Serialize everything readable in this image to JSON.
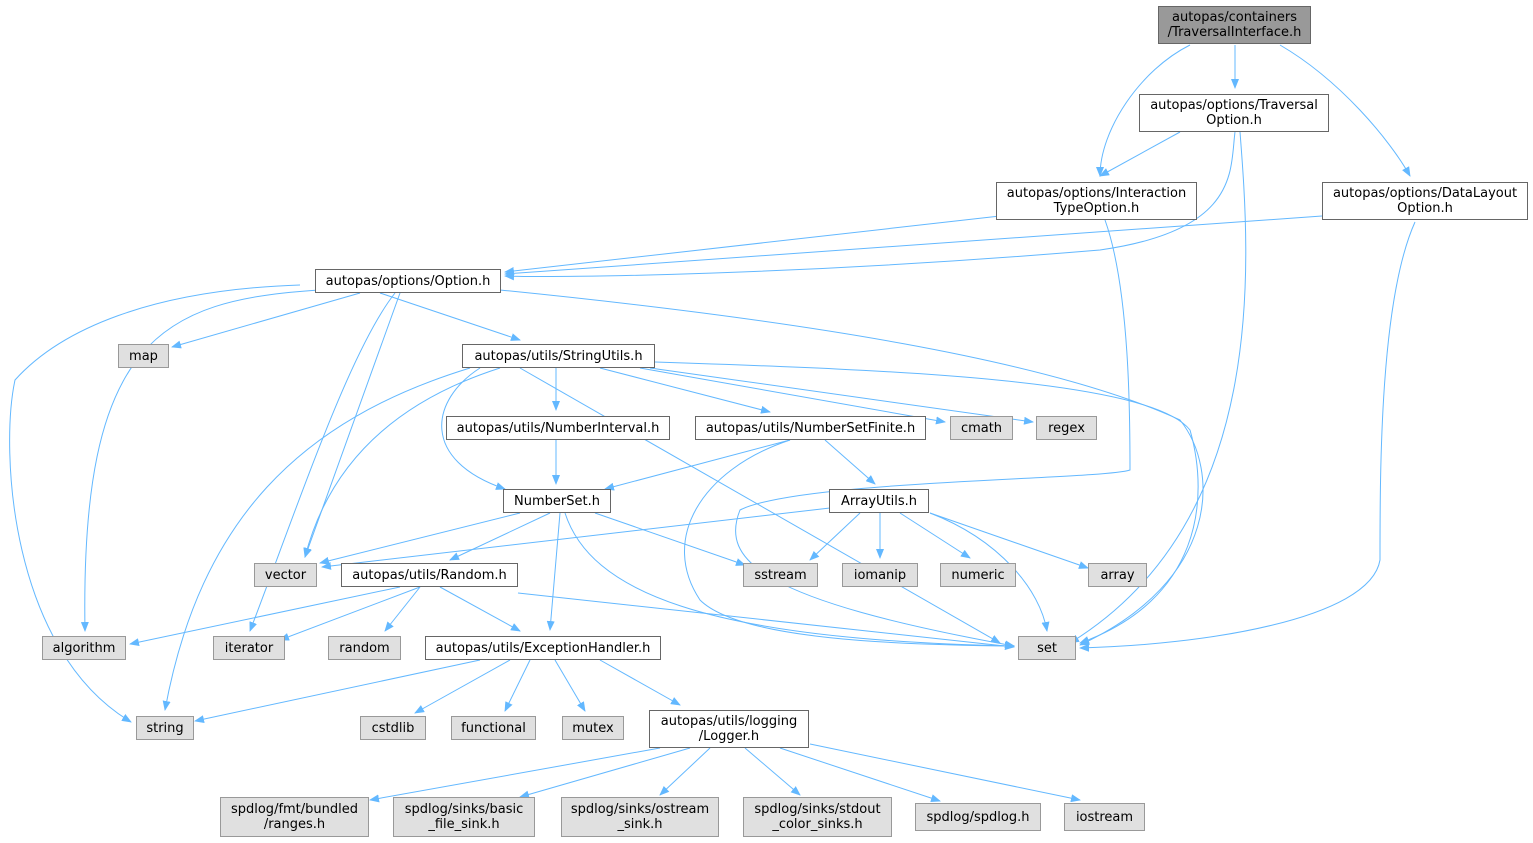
{
  "colors": {
    "edge": "#63b8ff",
    "root_fill": "#999999",
    "system_fill": "#e0e0e0",
    "local_fill": "#ffffff",
    "border": "#666666"
  },
  "nodes": {
    "traversal_interface": "autopas/containers\n/TraversalInterface.h",
    "traversal_option": "autopas/options/Traversal\nOption.h",
    "interaction_type_option": "autopas/options/Interaction\nTypeOption.h",
    "data_layout_option": "autopas/options/DataLayout\nOption.h",
    "option": "autopas/options/Option.h",
    "map": "map",
    "string_utils": "autopas/utils/StringUtils.h",
    "number_interval": "autopas/utils/NumberInterval.h",
    "number_set_finite": "autopas/utils/NumberSetFinite.h",
    "cmath": "cmath",
    "regex": "regex",
    "number_set": "NumberSet.h",
    "array_utils": "ArrayUtils.h",
    "vector": "vector",
    "random_h": "autopas/utils/Random.h",
    "sstream": "sstream",
    "iomanip": "iomanip",
    "numeric": "numeric",
    "array": "array",
    "algorithm": "algorithm",
    "iterator": "iterator",
    "random": "random",
    "exception_handler": "autopas/utils/ExceptionHandler.h",
    "set": "set",
    "string": "string",
    "cstdlib": "cstdlib",
    "functional": "functional",
    "mutex": "mutex",
    "logger": "autopas/utils/logging\n/Logger.h",
    "spdlog_ranges": "spdlog/fmt/bundled\n/ranges.h",
    "spdlog_basic_file": "spdlog/sinks/basic\n_file_sink.h",
    "spdlog_ostream": "spdlog/sinks/ostream\n_sink.h",
    "spdlog_stdout_color": "spdlog/sinks/stdout\n_color_sinks.h",
    "spdlog_spdlog": "spdlog/spdlog.h",
    "iostream": "iostream"
  }
}
